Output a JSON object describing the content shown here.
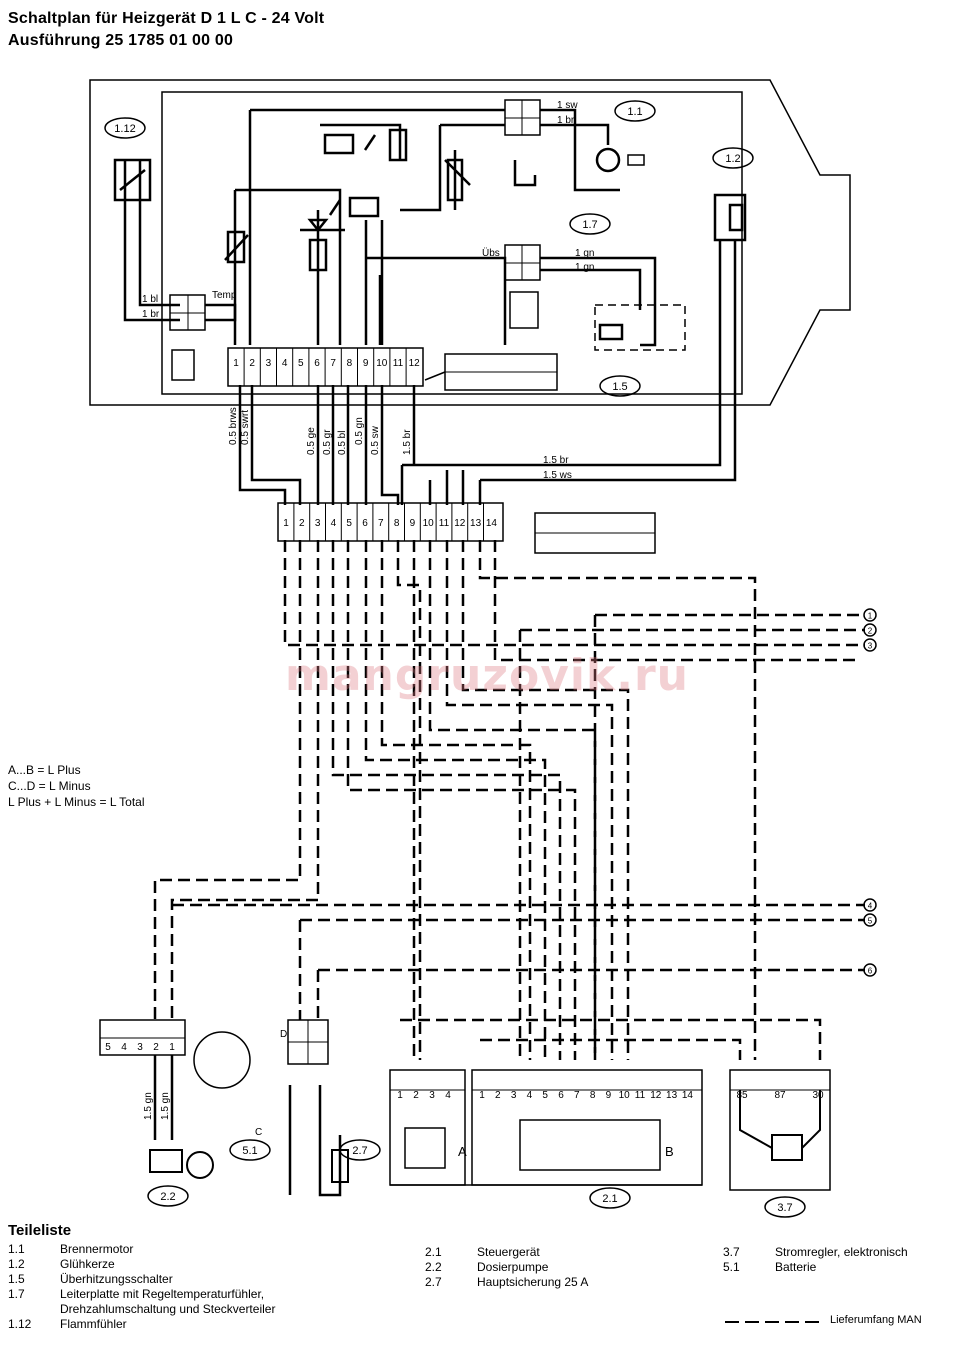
{
  "header": {
    "title_line1": "Schaltplan für Heizgerät D 1 L C - 24 Volt",
    "title_line2": "Ausführung 25 1785 01 00 00"
  },
  "notes": [
    "A...B = L Plus",
    "C...D = L Minus",
    "L Plus + L Minus = L Total"
  ],
  "watermark": "mangruzovik.ru",
  "component_labels": {
    "c1_1": "1.1",
    "c1_2": "1.2",
    "c1_5": "1.5",
    "c1_7": "1.7",
    "c1_12": "1.12",
    "c2_1": "2.1",
    "c2_2": "2.2",
    "c2_7": "2.7",
    "c3_7": "3.7",
    "c5_1": "5.1"
  },
  "wire_labels": {
    "w1": "1 sw",
    "w2": "1 br",
    "w3": "1 gn",
    "w4": "1 gn",
    "w5": "1 bl",
    "w6": "1 br",
    "temp": "Temp",
    "ubs": "Übs",
    "br15": "1.5 br",
    "ws15": "1.5 ws",
    "v1": "0.5 brws",
    "v2": "0.5 swrt",
    "v3": "0.5 ge",
    "v4": "0.5 gr",
    "v5": "0.5 bl",
    "v6": "0.5 gn",
    "v7": "0.5 sw",
    "v8": "1.5 br",
    "g1": "1.5 gn",
    "g2": "1.5 gn"
  },
  "connector_pins": {
    "main12": [
      "1",
      "2",
      "3",
      "4",
      "5",
      "6",
      "7",
      "8",
      "9",
      "10",
      "11",
      "12"
    ],
    "main14": [
      "1",
      "2",
      "3",
      "4",
      "5",
      "6",
      "7",
      "8",
      "9",
      "10",
      "11",
      "12",
      "13",
      "14"
    ],
    "conn5": [
      "5",
      "4",
      "3",
      "2",
      "1"
    ],
    "a4": [
      "1",
      "2",
      "3",
      "4"
    ],
    "b14": [
      "1",
      "2",
      "3",
      "4",
      "5",
      "6",
      "7",
      "8",
      "9",
      "10",
      "11",
      "12",
      "13",
      "14"
    ],
    "relay": [
      "85",
      "87",
      "30"
    ]
  },
  "side_markers": [
    "1",
    "2",
    "3",
    "4",
    "5",
    "6"
  ],
  "box_letters": {
    "a": "A",
    "b": "B",
    "c": "C",
    "d": "D"
  },
  "parts": {
    "heading": "Teileliste",
    "col1": [
      {
        "code": "1.1",
        "desc": "Brennermotor"
      },
      {
        "code": "1.2",
        "desc": "Glühkerze"
      },
      {
        "code": "1.5",
        "desc": "Überhitzungsschalter"
      },
      {
        "code": "1.7",
        "desc": "Leiterplatte mit Regeltemperaturfühler,"
      },
      {
        "code": "",
        "desc": "Drehzahlumschaltung und Steckverteiler"
      },
      {
        "code": "1.12",
        "desc": "Flammfühler"
      }
    ],
    "col2": [
      {
        "code": "2.1",
        "desc": "Steuergerät"
      },
      {
        "code": "2.2",
        "desc": "Dosierpumpe"
      },
      {
        "code": "2.7",
        "desc": "Hauptsicherung 25 A"
      }
    ],
    "col3": [
      {
        "code": "3.7",
        "desc": "Stromregler, elektronisch"
      },
      {
        "code": "",
        "desc": ""
      },
      {
        "code": "5.1",
        "desc": "Batterie"
      }
    ]
  },
  "legend_text": "Lieferumfang MAN"
}
